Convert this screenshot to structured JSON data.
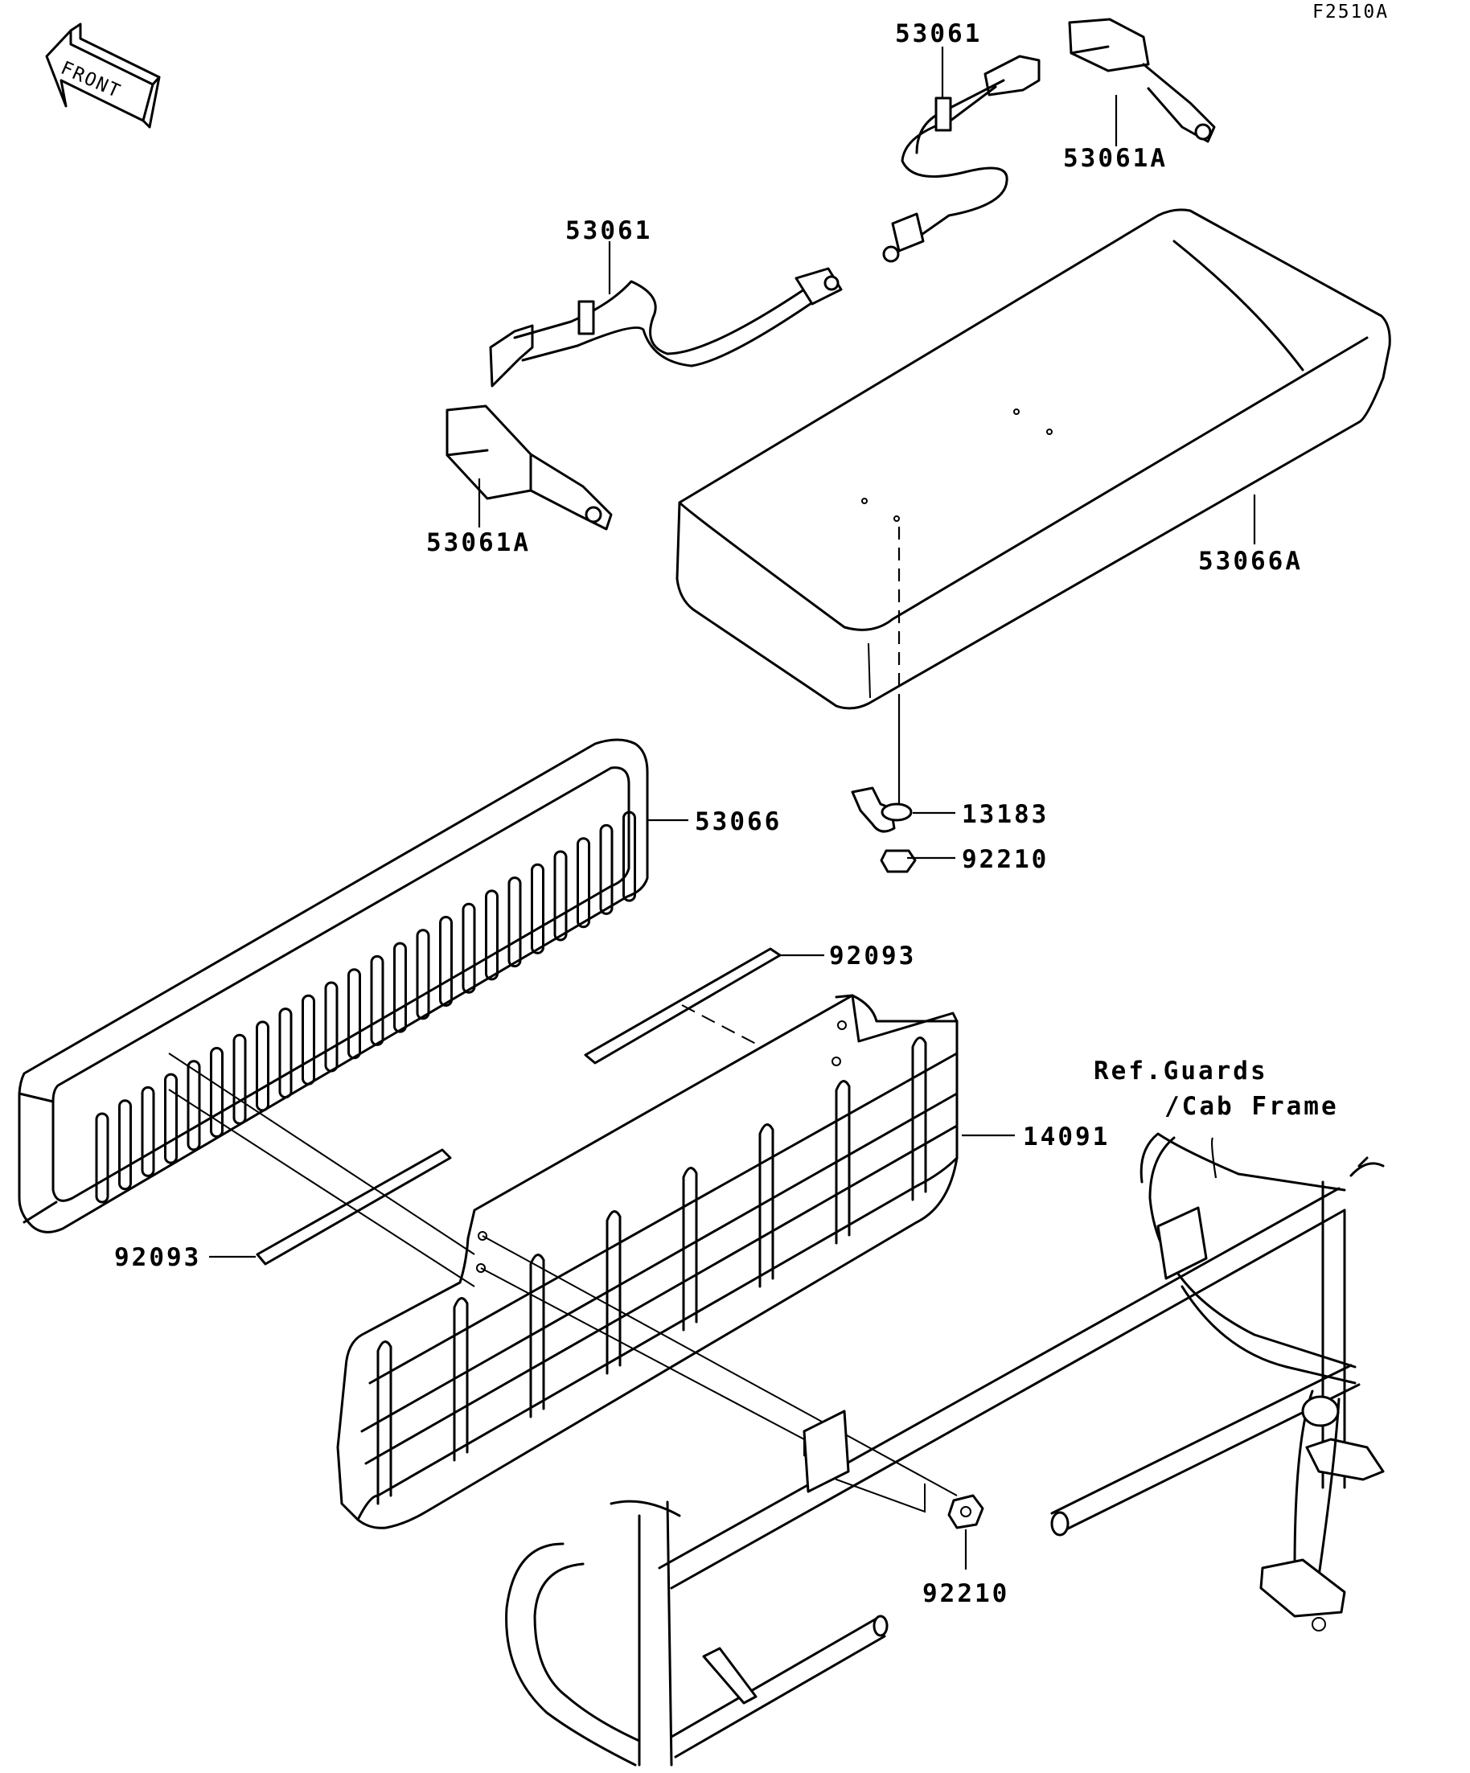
{
  "figure_code": "F2510A",
  "front_label": "FRONT",
  "parts": {
    "belt_right": "53061",
    "buckle_right": "53061A",
    "belt_left": "53061",
    "buckle_left": "53061A",
    "seat_cushion": "53066A",
    "seat_back": "53066",
    "bracket": "13183",
    "nut_top": "92210",
    "strip_top": "92093",
    "strip_bottom": "92093",
    "seat_panel": "14091",
    "nut_bottom": "92210"
  },
  "reference": {
    "line1": "Ref.Guards",
    "line2": "/Cab Frame"
  }
}
